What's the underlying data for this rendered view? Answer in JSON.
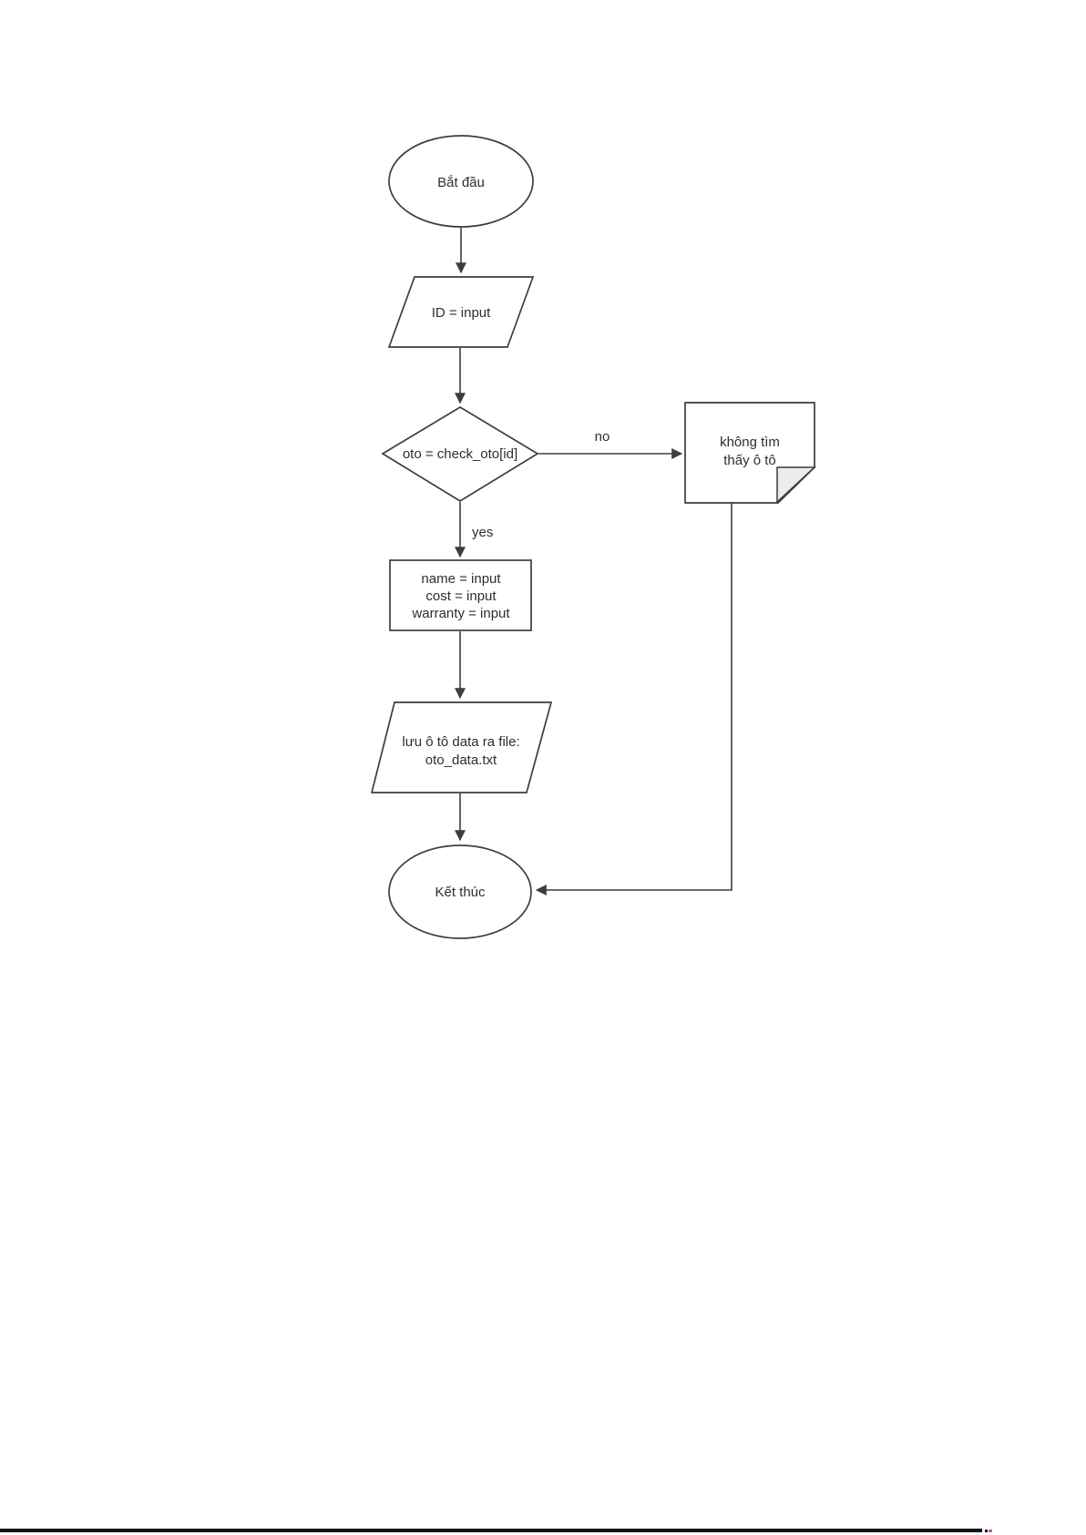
{
  "page": {
    "background": "#ffffff",
    "bottom_rule_color": "#14141f",
    "bottom_rule_mark_color": "#c94fc9"
  },
  "flowchart": {
    "stroke_color": "#3d3d3d",
    "text_color": "#2e2e2e",
    "note_fold_fill": "#ececec",
    "nodes": {
      "start": {
        "type": "terminator",
        "label": "Bắt đầu"
      },
      "input_id": {
        "type": "data",
        "label": "ID = input"
      },
      "check": {
        "type": "decision",
        "label": "oto = check_oto[id]"
      },
      "not_found_note": {
        "type": "note",
        "lines": [
          "không tìm",
          "thấy ô tô"
        ]
      },
      "read_fields": {
        "type": "process",
        "lines": [
          "name = input",
          "cost = input",
          "warranty = input"
        ]
      },
      "save_file": {
        "type": "data",
        "lines": [
          "lưu ô tô data ra file:",
          "oto_data.txt"
        ]
      },
      "end": {
        "type": "terminator",
        "label": "Kết thúc"
      }
    },
    "edge_labels": {
      "no": "no",
      "yes": "yes"
    }
  }
}
